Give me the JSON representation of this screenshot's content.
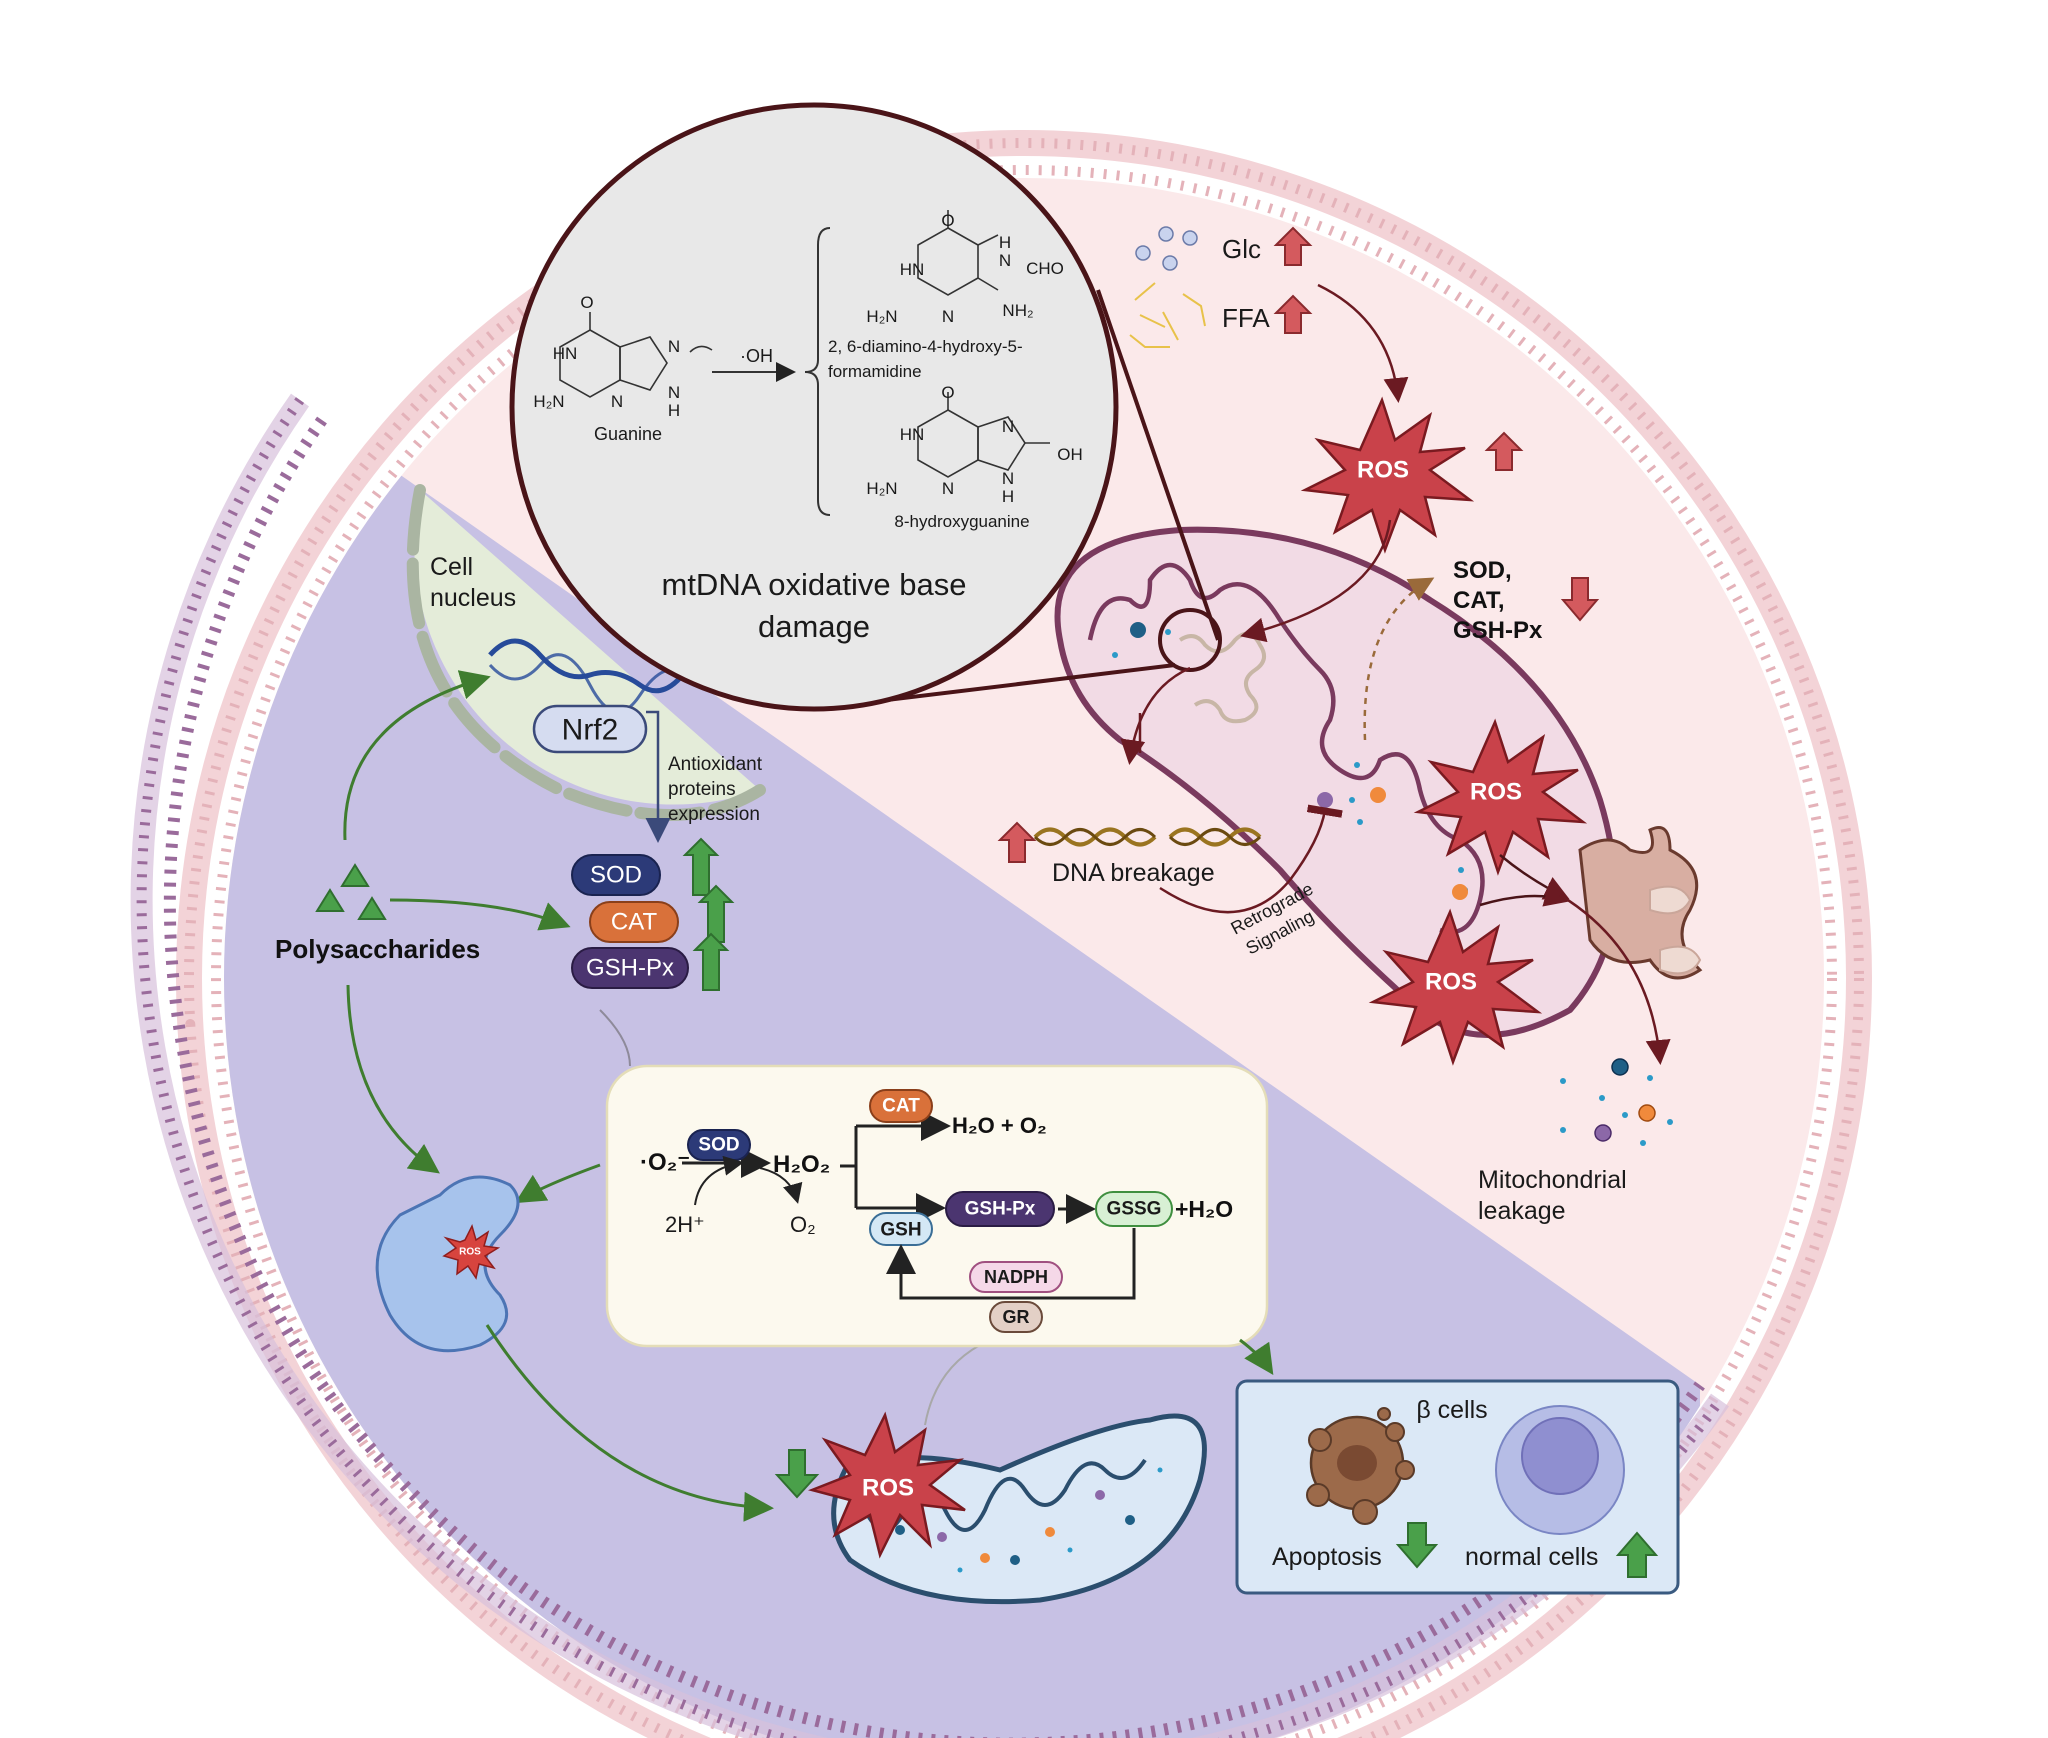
{
  "figure": {
    "type": "mechanism-diagram",
    "theme": "Polysaccharides reduce oxidative stress in pancreatic beta cells"
  },
  "colors": {
    "stress_region": "#fbe9ea",
    "protected_region": "#c7c1e4",
    "membrane_stress": "#e8b4ba",
    "membrane_protected": "#9a6b9b",
    "ros": "#c9424a",
    "up_arrow_red": "#d45a5e",
    "up_arrow_green": "#4aa04a",
    "sod": "#2c3a78",
    "cat": "#d9713a",
    "gshpx": "#4b3570",
    "gsh": "#d4e8f5",
    "gssg": "#d8f0d4",
    "nadph": "#f5d8e8",
    "gr": "#e3d0c6",
    "reaction_box_bg": "#fcf9ee",
    "beta_box_bg": "#dbe8f6"
  },
  "zoom_inset": {
    "title_line1": "mtDNA oxidative base",
    "title_line2": "damage",
    "reactant": "Guanine",
    "oxidant": "·OH",
    "products": [
      {
        "name_line1": "2, 6-diamino-4-hydroxy-5-",
        "name_line2": "formamidine"
      },
      {
        "name_line1": "8-hydroxyguanine",
        "name_line2": ""
      }
    ],
    "atom_labels": {
      "hn": "HN",
      "h2n": "H₂N",
      "n": "N",
      "h": "H",
      "o": "O",
      "nh2": "NH₂",
      "cho": "CHO",
      "oh": "OH"
    }
  },
  "stress_side": {
    "glc_label": "Glc",
    "ffa_label": "FFA",
    "ros_label": "ROS",
    "enzymes_down": [
      "SOD,",
      "CAT,",
      "GSH-Px"
    ],
    "dna_breakage_label": "DNA breakage",
    "retrograde_line1": "Retrograde",
    "retrograde_line2": "Signaling",
    "leakage_line1": "Mitochondrial",
    "leakage_line2": "leakage"
  },
  "protected_side": {
    "nucleus_line1": "Cell",
    "nucleus_line2": "nucleus",
    "nrf2_label": "Nrf2",
    "expression_lines": [
      "Antioxidant",
      "proteins",
      "expression"
    ],
    "enzymes_up": [
      "SOD",
      "CAT",
      "GSH-Px"
    ],
    "polysaccharides_label": "Polysaccharides",
    "ros_small_label": "ROS",
    "ros_bottom_label": "ROS"
  },
  "reaction_box": {
    "superoxide": "·O₂⁻",
    "sod": "SOD",
    "h2o2": "H₂O₂",
    "protons": "2H⁺",
    "o2": "O₂",
    "cat": "CAT",
    "cat_product": "H₂O + O₂",
    "gsh": "GSH",
    "gshpx": "GSH-Px",
    "gssg": "GSSG",
    "gssg_product": "+H₂O",
    "nadph": "NADPH",
    "gr": "GR"
  },
  "beta_cells": {
    "title": "β cells",
    "apoptosis_label": "Apoptosis",
    "normal_label": "normal cells",
    "apoptosis_trend": "down",
    "normal_trend": "up"
  }
}
